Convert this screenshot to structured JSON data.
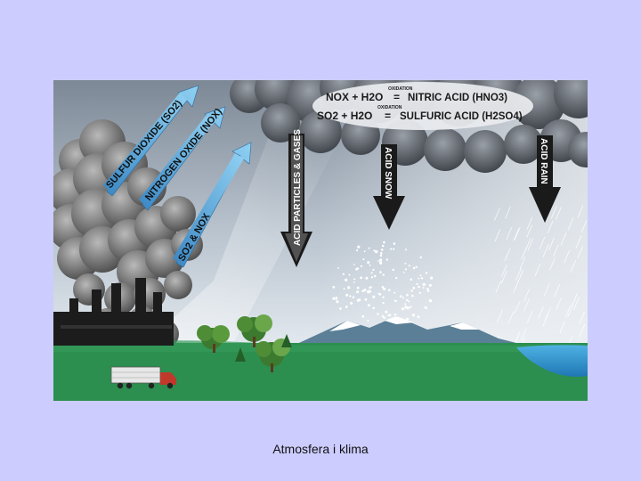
{
  "slide": {
    "background": "#ccccff",
    "caption": "Atmosfera i klima"
  },
  "diagram": {
    "colors": {
      "sky_top": "#8a95a3",
      "sky_bottom": "#dfe6ee",
      "ground": "#2c8f4f",
      "water": "#2b8ec8",
      "smoke": "#6f6f6f",
      "cloud": "#5a5e66",
      "arrow_blue": "#69b3e0",
      "arrow_dark": "#1a1a1a"
    },
    "equations": {
      "line1": {
        "left": "NOX + H2O",
        "equals": "=",
        "over_label": "OXIDATION",
        "right": "NITRIC ACID (HNO3)"
      },
      "line2": {
        "left": "SO2 + H2O",
        "equals": "=",
        "over_label": "OXIDATION",
        "right": "SULFURIC ACID (H2SO4)"
      }
    },
    "rising_arrows": {
      "sulfur": "SULFUR DIOXIDE (SO2)",
      "nitrogen": "NITROGEN OXIDE (NOX)",
      "combined": "SO2 & NOX"
    },
    "falling_arrows": {
      "particles": "ACID PARTICLES & GASES",
      "snow": "ACID SNOW",
      "rain": "ACID RAIN"
    }
  }
}
